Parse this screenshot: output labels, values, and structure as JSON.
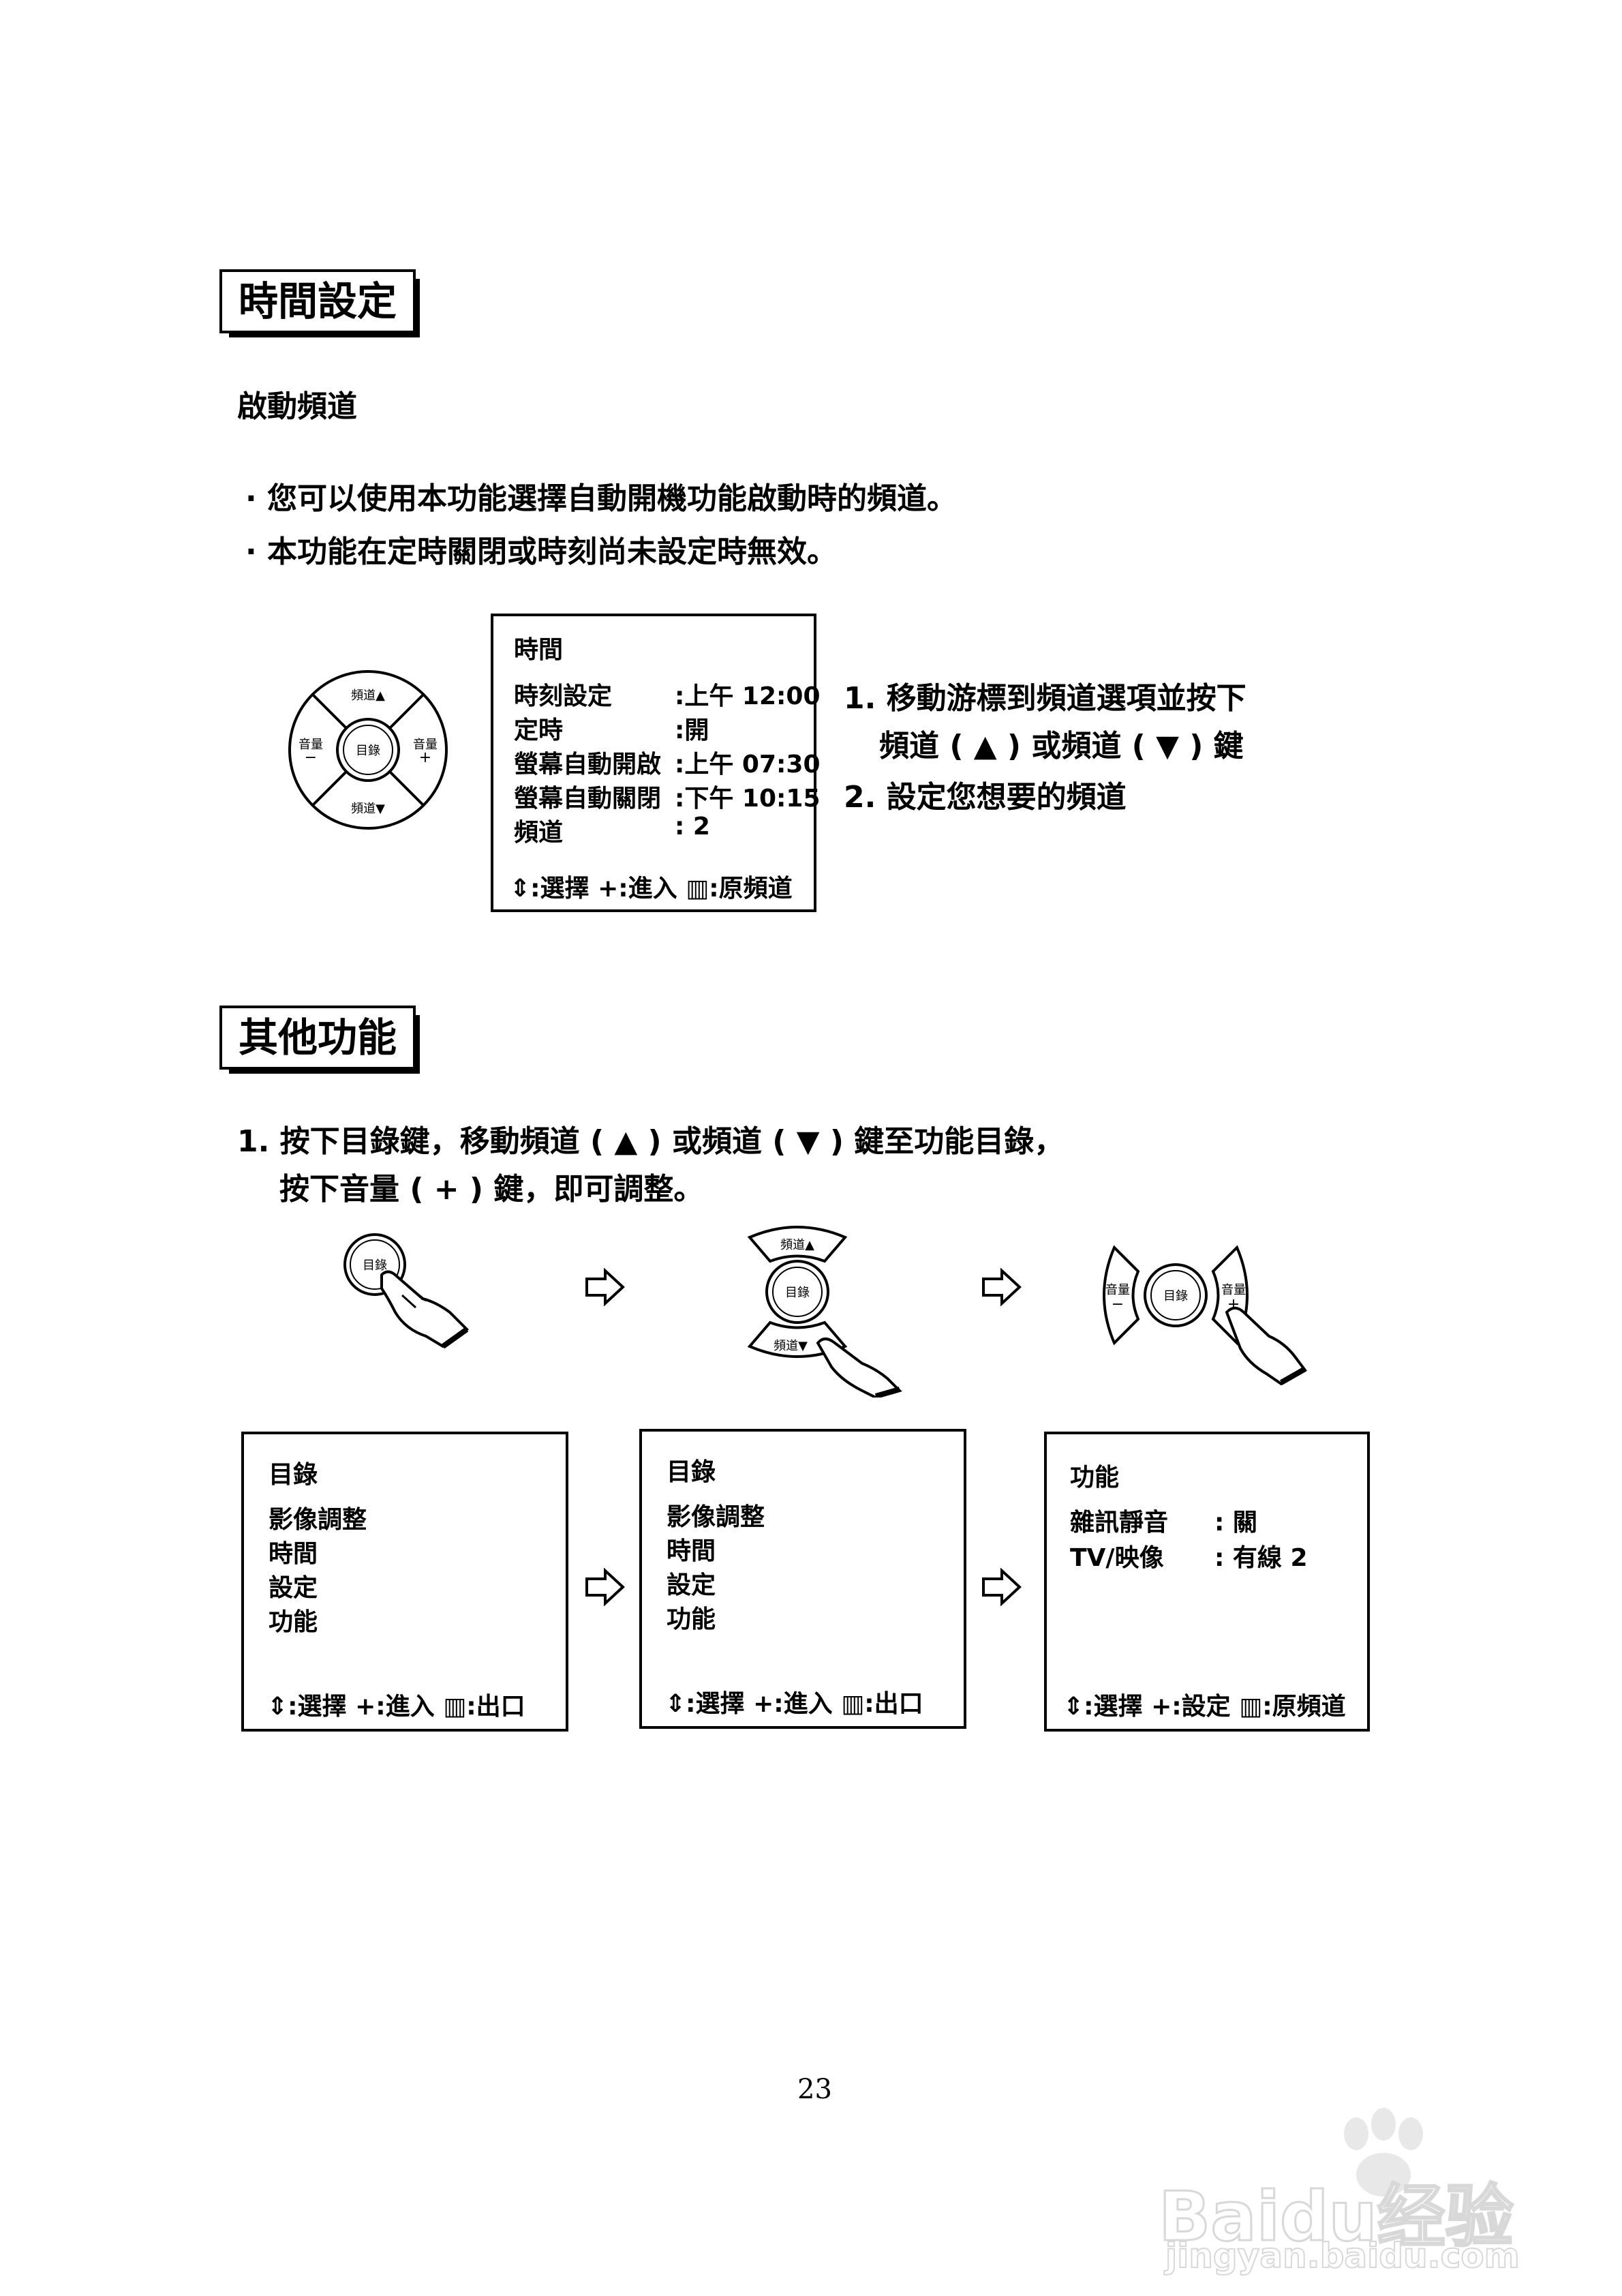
{
  "section1": {
    "title": "時間設定",
    "subtitle": "啟動頻道",
    "bullets": [
      "您可以使用本功能選擇自動開機功能啟動時的頻道。",
      "本功能在定時關閉或時刻尚未設定時無效。"
    ],
    "remote": {
      "ch_up": "頻道▲",
      "ch_down": "頻道▼",
      "vol_minus": "音量",
      "vol_plus": "音量",
      "menu": "目錄",
      "minus": "−",
      "plus": "+"
    },
    "osd": {
      "title": "時間",
      "rows": [
        {
          "label": "時刻設定",
          "value": ":上午 12:00"
        },
        {
          "label": "定時",
          "value": ":開"
        },
        {
          "label": "螢幕自動開啟",
          "value": ":上午 07:30"
        },
        {
          "label": "螢幕自動關閉",
          "value": ":下午 10:15"
        },
        {
          "label": "頻道",
          "value": ": 2"
        }
      ],
      "footer": "⇕:選擇 +:進入 ▥:原頻道"
    },
    "steps": [
      "1. 移動游標到頻道選項並按下",
      "頻道 ( ▲ ) 或頻道 ( ▼ ) 鍵",
      "2. 設定您想要的頻道"
    ]
  },
  "section2": {
    "title": "其他功能",
    "step_line1": "1. 按下目錄鍵，移動頻道 ( ▲ ) 或頻道 ( ▼ ) 鍵至功能目錄，",
    "step_line2": "按下音量 ( + ) 鍵，即可調整。",
    "remote_labels": {
      "menu": "目錄",
      "ch_up": "頻道▲",
      "ch_down": "頻道▼",
      "vol": "音量",
      "minus": "−",
      "plus": "+"
    },
    "menu1": {
      "title": "目錄",
      "items": [
        "影像調整",
        "時間",
        "設定",
        "功能"
      ],
      "footer": "⇕:選擇 +:進入 ▥:出口"
    },
    "menu2": {
      "title": "目錄",
      "items": [
        "影像調整",
        "時間",
        "設定",
        "功能"
      ],
      "footer": "⇕:選擇 +:進入 ▥:出口"
    },
    "menu3": {
      "title": "功能",
      "rows": [
        {
          "label": "雜訊靜音",
          "value": ": 關"
        },
        {
          "label": "TV/映像",
          "value": ": 有線 2"
        }
      ],
      "footer": "⇕:選擇 +:設定 ▥:原頻道"
    }
  },
  "page_number": "23",
  "watermark": {
    "brand": "Baidu经验",
    "url": "jingyan.baidu.com"
  }
}
